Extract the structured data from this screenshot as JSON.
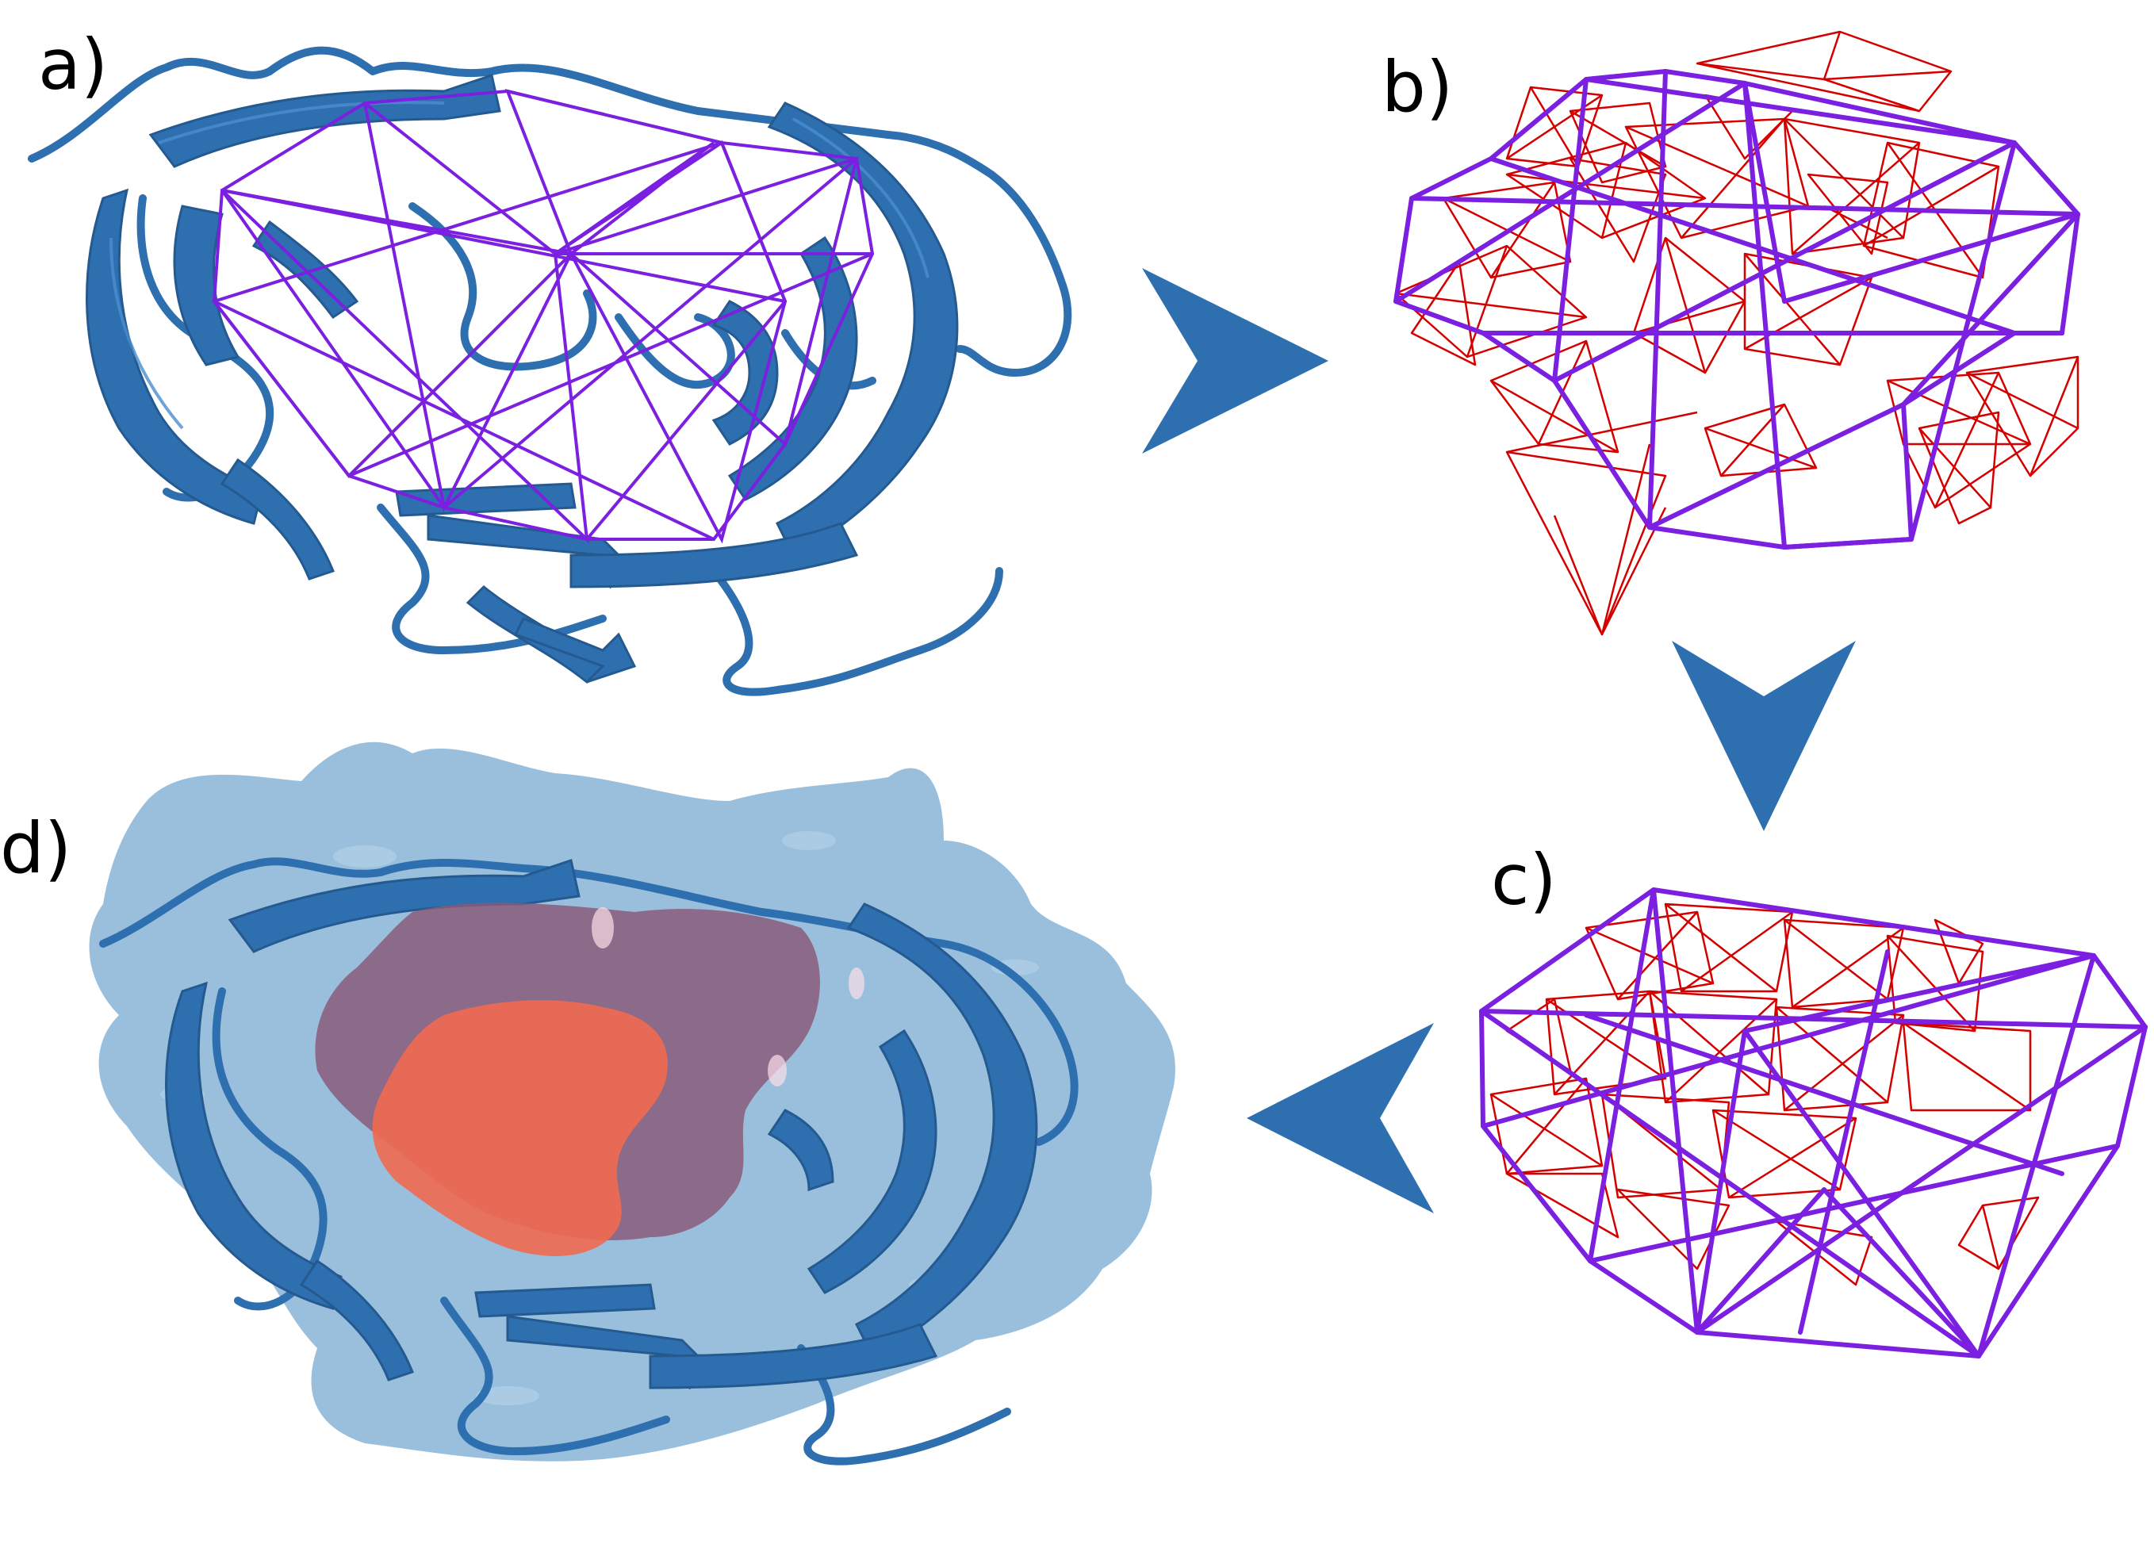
{
  "panels": [
    {
      "id": "a",
      "label": "a)"
    },
    {
      "id": "b",
      "label": "b)"
    },
    {
      "id": "c",
      "label": "c)"
    },
    {
      "id": "d",
      "label": "d)"
    }
  ],
  "colors": {
    "protein_ribbon": "#2e6fb0",
    "protein_ribbon_light": "#4a8fcf",
    "hull_edges": "#7b2be0",
    "inner_tetrahedra": "#d40000",
    "surface": "#8fb8d8",
    "pocket_dark": "#8a5a7a",
    "pocket_light": "#f06a50",
    "arrow": "#2e6fb0"
  },
  "arrows": [
    {
      "from": "a",
      "to": "b",
      "direction": "right"
    },
    {
      "from": "b",
      "to": "c",
      "direction": "down"
    },
    {
      "from": "c",
      "to": "d",
      "direction": "left"
    }
  ]
}
